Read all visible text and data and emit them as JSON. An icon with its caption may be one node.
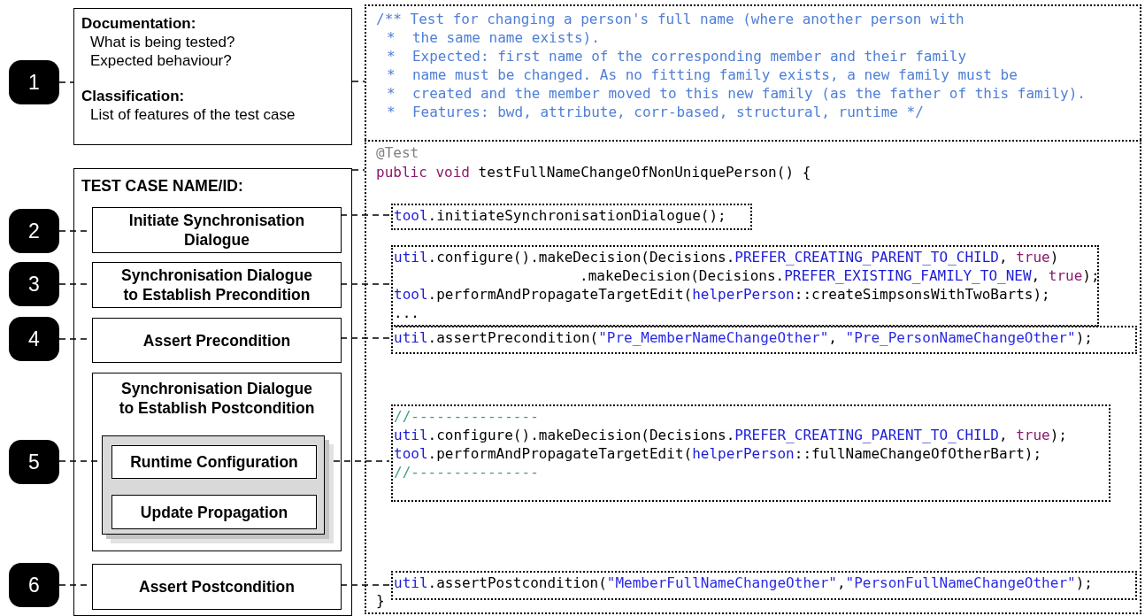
{
  "diagram": {
    "nodes": [
      {
        "text": [
          "1"
        ]
      },
      {
        "text": [
          "Documentation:",
          "What is being tested?",
          "Expected behaviour?",
          "Classification:",
          "List of features of the test case"
        ]
      },
      {
        "text": [
          "/** Test for changing a person's full name (where another person with",
          "*  the same name exists).",
          "*  Expected: first name of the corresponding member and their family",
          "*  name must be changed. As no fitting family exists, a new family must be",
          "*  created and the member moved to this new family (as the father of this family).",
          "*  Features: bwd, attribute, corr-based, structural, runtime */"
        ]
      },
      {
        "text": [
          "TEST CASE NAME/ID:"
        ]
      },
      {
        "text": [
          "@Test",
          "public void testFullNameChangeOfNonUniquePerson() {",
          "}"
        ]
      },
      {
        "text": [
          "2"
        ]
      },
      {
        "text": [
          "Initiate Synchronisation Dialogue"
        ],
        "in": 3
      },
      {
        "text": [
          "tool.initiateSynchronisationDialogue();"
        ],
        "in": 4
      },
      {
        "text": [
          "3"
        ]
      },
      {
        "text": [
          "Synchronisation Dialogue to Establish Precondition"
        ],
        "in": 3
      },
      {
        "text": [
          "util.configure().makeDecision(Decisions.PREFER_CREATING_PARENT_TO_CHILD, true)",
          ".makeDecision(Decisions.PREFER_EXISTING_FAMILY_TO_NEW, true);",
          "tool.performAndPropagateTargetEdit(helperPerson::createSimpsonsWithTwoBarts);",
          "..."
        ],
        "in": 4
      },
      {
        "text": [
          "4"
        ]
      },
      {
        "text": [
          "Assert Precondition"
        ],
        "in": 3
      },
      {
        "text": [
          "util.assertPrecondition(\"Pre_MemberNameChangeOther\", \"Pre_PersonNameChangeOther\");"
        ],
        "in": 4
      },
      {
        "text": [
          "5"
        ]
      },
      {
        "text": [
          "Synchronisation Dialogue to Establish Postcondition"
        ],
        "in": 3
      },
      {
        "text": [],
        "shape": "box",
        "in": 15
      },
      {
        "text": [
          "Runtime Configuration"
        ],
        "in": 16
      },
      {
        "text": [
          "Update Propagation"
        ],
        "in": 16
      },
      {
        "text": [
          "//---------------",
          "util.configure().makeDecision(Decisions.PREFER_CREATING_PARENT_TO_CHILD, true);",
          "tool.performAndPropagateTargetEdit(helperPerson::fullNameChangeOfOtherBart);",
          "//---------------"
        ],
        "in": 4
      },
      {
        "text": [
          "6"
        ]
      },
      {
        "text": [
          "Assert Postcondition"
        ],
        "in": 3
      },
      {
        "text": [
          "util.assertPostcondition(\"MemberFullNameChangeOther\",\"PersonFullNameChangeOther\");"
        ],
        "in": 4
      }
    ],
    "edges": [
      {
        "from": 0,
        "to": 1,
        "arrow": "none",
        "style": "dashed"
      },
      {
        "from": 1,
        "to": 2,
        "arrow": "none",
        "style": "dashed"
      },
      {
        "from": 3,
        "to": 4,
        "arrow": "none",
        "style": "dashed"
      },
      {
        "from": 5,
        "to": 6,
        "arrow": "none",
        "style": "dashed"
      },
      {
        "from": 6,
        "to": 7,
        "arrow": "none",
        "style": "dashed"
      },
      {
        "from": 8,
        "to": 9,
        "arrow": "none",
        "style": "dashed"
      },
      {
        "from": 9,
        "to": 10,
        "arrow": "none",
        "style": "dashed"
      },
      {
        "from": 11,
        "to": 12,
        "arrow": "none",
        "style": "dashed"
      },
      {
        "from": 12,
        "to": 13,
        "arrow": "none",
        "style": "dashed"
      },
      {
        "from": 14,
        "to": 16,
        "arrow": "none",
        "style": "dashed"
      },
      {
        "from": 16,
        "to": 19,
        "arrow": "none",
        "style": "dashed"
      },
      {
        "from": 20,
        "to": 21,
        "arrow": "none",
        "style": "dashed"
      },
      {
        "from": 21,
        "to": 22,
        "arrow": "none",
        "style": "dashed"
      }
    ]
  }
}
